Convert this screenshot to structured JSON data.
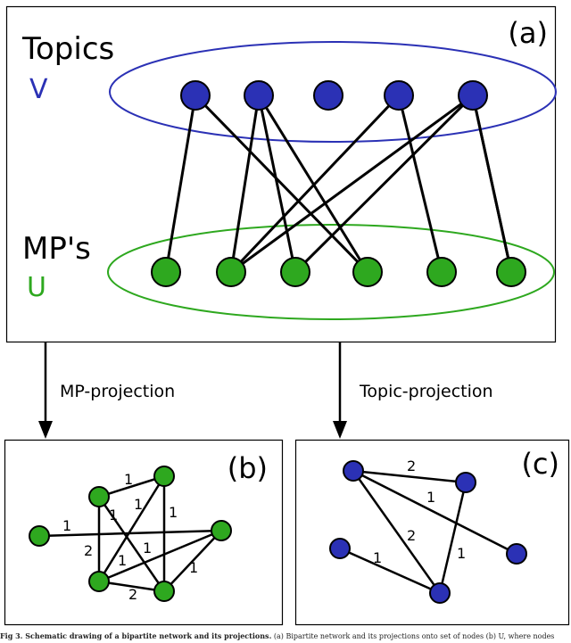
{
  "panel_a": {
    "label": "(a)",
    "topics_title": "Topics",
    "topics_symbol": "V",
    "mps_title": "MP's",
    "mps_symbol": "U"
  },
  "arrows": {
    "mp_projection": "MP-projection",
    "topic_projection": "Topic-projection"
  },
  "panel_b": {
    "label": "(b)",
    "edge_weights": [
      "1",
      "1",
      "1",
      "1",
      "1",
      "2",
      "1",
      "1",
      "2",
      "1"
    ]
  },
  "panel_c": {
    "label": "(c)",
    "edge_weights": [
      "2",
      "1",
      "2",
      "1",
      "1"
    ]
  },
  "caption": {
    "bold": "Fig 3. Schematic drawing of a bipartite network and its projections.",
    "rest": " (a) Bipartite network and its projections onto set of nodes (b) U, where nodes"
  },
  "colors": {
    "topic_node": "#2b31b5",
    "mp_node": "#2ea81f",
    "topic_ellipse": "#2b31b5",
    "mp_ellipse": "#2ea81f",
    "edge": "#000000"
  }
}
